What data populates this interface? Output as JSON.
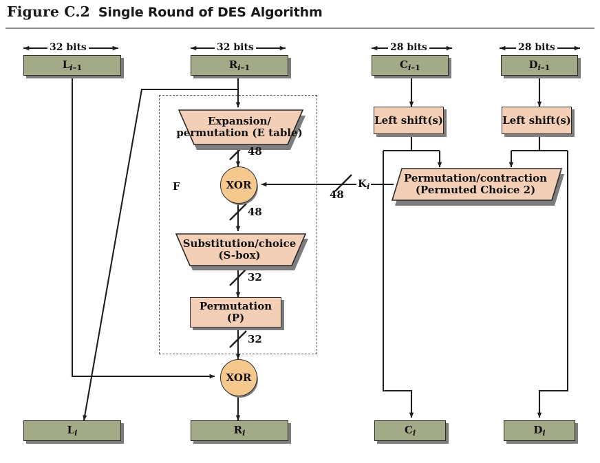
{
  "figure": {
    "number": "Figure C.2",
    "title": "Single Round of DES Algorithm"
  },
  "width_annotations": [
    {
      "name": "left-half-width",
      "label": "32 bits"
    },
    {
      "name": "right-half-width",
      "label": "32 bits"
    },
    {
      "name": "c-half-width",
      "label": "28 bits"
    },
    {
      "name": "d-half-width",
      "label": "28 bits"
    }
  ],
  "registers": {
    "l_prev": {
      "base": "L",
      "sub": "i–1",
      "text": "L i-1"
    },
    "r_prev": {
      "base": "R",
      "sub": "i–1",
      "text": "R i-1"
    },
    "c_prev": {
      "base": "C",
      "sub": "i–1",
      "text": "C i-1"
    },
    "d_prev": {
      "base": "D",
      "sub": "i–1",
      "text": "D i-1"
    },
    "l_next": {
      "base": "L",
      "sub": "i",
      "text": "L i"
    },
    "r_next": {
      "base": "R",
      "sub": "i",
      "text": "R i"
    },
    "c_next": {
      "base": "C",
      "sub": "i",
      "text": "C i"
    },
    "d_next": {
      "base": "D",
      "sub": "i",
      "text": "D i"
    }
  },
  "f_function": {
    "region_label": "F",
    "expansion": {
      "line1": "Expansion/",
      "line2": "permutation (E table)"
    },
    "xor_inner": "XOR",
    "sbox": {
      "line1": "Substitution/choice",
      "line2": "(S-box)"
    },
    "permutation": {
      "line1": "Permutation",
      "line2": "(P)"
    }
  },
  "xor_outer": "XOR",
  "key_schedule": {
    "left_shift_c": "Left shift(s)",
    "left_shift_d": "Left shift(s)",
    "pc2": {
      "line1": "Permutation/contraction",
      "line2": "(Permuted Choice 2)"
    },
    "subkey": {
      "base": "K",
      "sub": "i",
      "text": "K i"
    }
  },
  "bit_widths": {
    "after_expansion": "48",
    "after_inner_xor": "48",
    "after_sbox": "32",
    "after_permutation": "32",
    "subkey_width": "48"
  },
  "colors": {
    "register_fill": "#a2aa88",
    "process_fill": "#f2cfb6",
    "xor_fill": "#f5c98d",
    "stroke": "#2b2b2b",
    "shadow": "#7d7d7d",
    "dashed_region": "#555555",
    "title_rule": "#8e8e8e",
    "background": "#ffffff"
  }
}
